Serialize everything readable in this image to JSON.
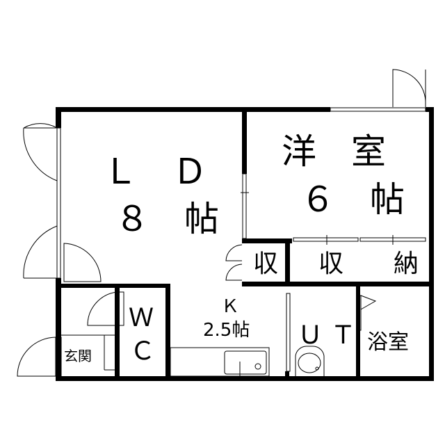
{
  "rooms": {
    "ld": {
      "name": "Ｌ　Ｄ",
      "size": "８　帖"
    },
    "western": {
      "name": "洋　室",
      "size": "６　帖"
    },
    "storage_small": {
      "name": "収"
    },
    "storage": {
      "name": "収　　納"
    },
    "kitchen": {
      "name": "Ｋ",
      "size": "2.5帖"
    },
    "wc": {
      "line1": "Ｗ",
      "line2": "Ｃ"
    },
    "ut": {
      "name": "Ｕ Ｔ"
    },
    "bath": {
      "name": "浴室"
    },
    "entrance": {
      "name": "玄関"
    }
  }
}
